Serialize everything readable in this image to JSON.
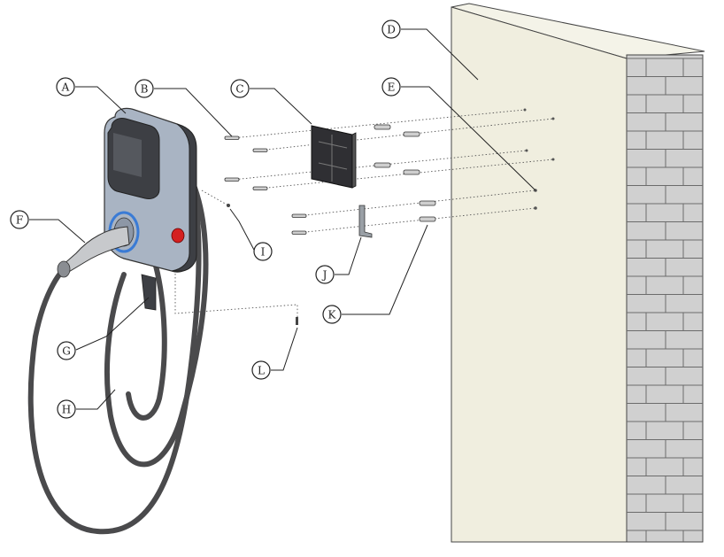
{
  "callouts": [
    {
      "id": "A",
      "label": "A"
    },
    {
      "id": "B",
      "label": "B"
    },
    {
      "id": "C",
      "label": "C"
    },
    {
      "id": "D",
      "label": "D"
    },
    {
      "id": "E",
      "label": "E"
    },
    {
      "id": "F",
      "label": "F"
    },
    {
      "id": "G",
      "label": "G"
    },
    {
      "id": "H",
      "label": "H"
    },
    {
      "id": "I",
      "label": "I"
    },
    {
      "id": "J",
      "label": "J"
    },
    {
      "id": "K",
      "label": "K"
    },
    {
      "id": "L",
      "label": "L"
    }
  ],
  "colors": {
    "charger_body": "#a9b4c3",
    "charger_face": "#3d3f44",
    "cable": "#4a4a4c",
    "led_ring": "#3a7bd5",
    "stop_button": "#d42020",
    "wall": "#f0eedf",
    "brick": "#c9c9c9",
    "mount_plate": "#2f2f33"
  }
}
